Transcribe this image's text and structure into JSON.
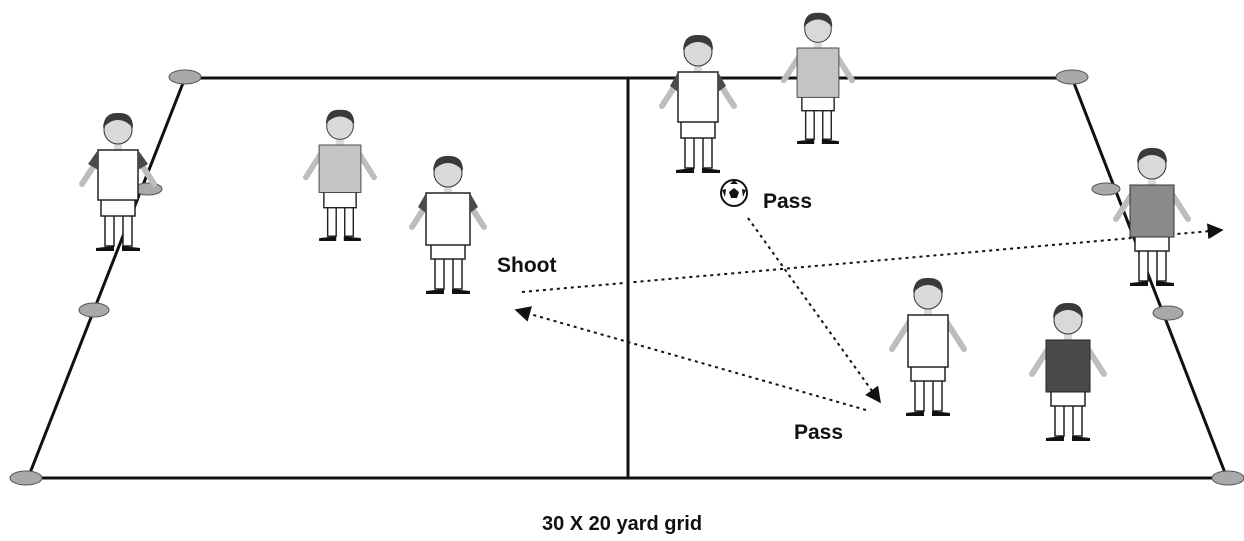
{
  "labels": {
    "pass_top": "Pass",
    "pass_bottom": "Pass",
    "shoot": "Shoot"
  },
  "caption": "30 X 20 yard grid",
  "colors": {
    "line": "#111111",
    "cone": "#a9a9a9",
    "jersey_light": "#c4c4c4",
    "jersey_mid": "#8a8a8a",
    "jersey_dark": "#4a4a4a",
    "skin": "#d9d9d9",
    "hair": "#3a3a3a"
  }
}
